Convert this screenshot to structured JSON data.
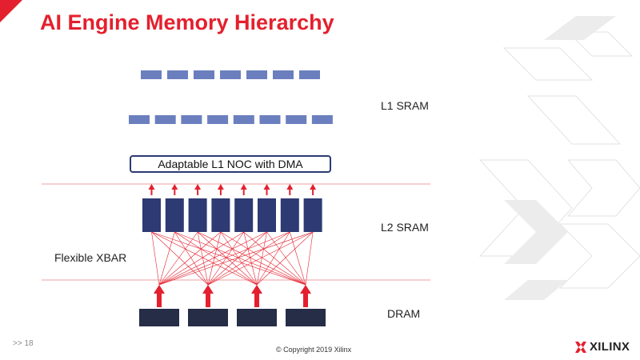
{
  "slide": {
    "title": "AI Engine Memory Hierarchy",
    "number_label": ">> 18",
    "copyright": "© Copyright 2019 Xilinx",
    "logo_text": "XILINX"
  },
  "diagram": {
    "noc_label": "Adaptable L1 NOC with DMA",
    "labels": {
      "l1_sram": "L1 SRAM",
      "l2_sram": "L2 SRAM",
      "flexible_xbar": "Flexible XBAR",
      "dram": "DRAM"
    },
    "l1_row1_count": 7,
    "l1_row2_count": 8,
    "l2_block_count": 8,
    "dram_block_count": 4,
    "colors": {
      "accent_red": "#e4202e",
      "l1_blue": "#6b7fbf",
      "l2_navy": "#2d3a73",
      "dram_dark": "#262d47",
      "arrow_red": "#e4202e"
    }
  }
}
